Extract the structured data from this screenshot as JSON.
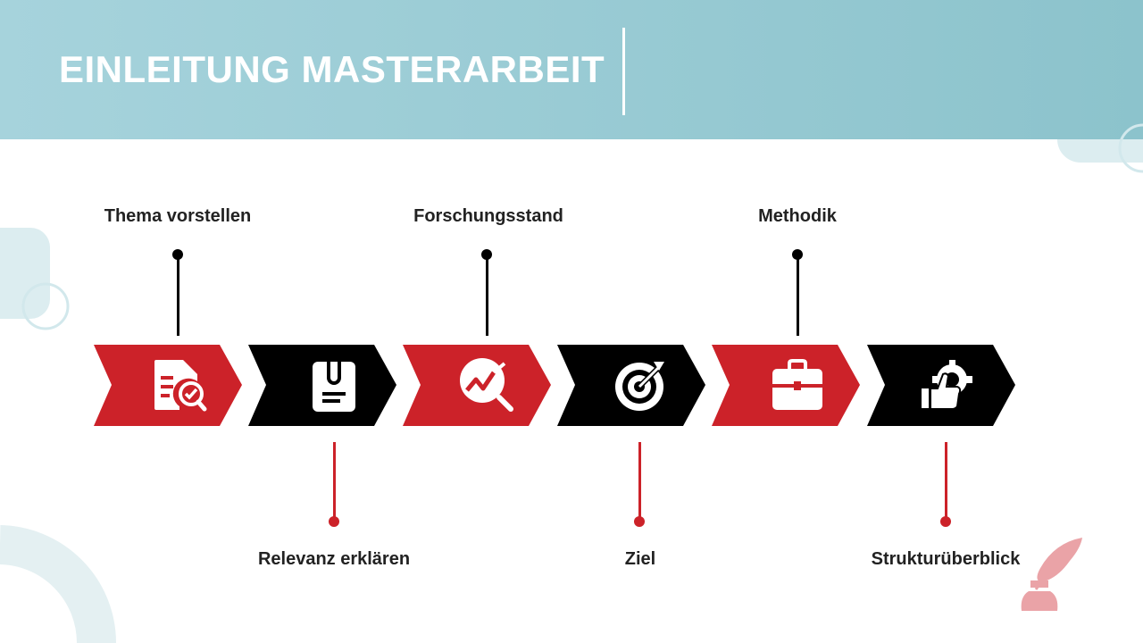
{
  "header": {
    "title": "EINLEITUNG MASTERARBEIT"
  },
  "colors": {
    "red": "#cc2229",
    "black": "#000000",
    "teal": "#97c9d1",
    "feather": "#eaa3a7"
  },
  "steps": [
    {
      "label": "Thema vorstellen",
      "position": "top",
      "color": "red",
      "icon": "document-check-icon"
    },
    {
      "label": "Relevanz erklären",
      "position": "bottom",
      "color": "black",
      "icon": "clipboard-icon"
    },
    {
      "label": "Forschungsstand",
      "position": "top",
      "color": "red",
      "icon": "chart-search-icon"
    },
    {
      "label": "Ziel",
      "position": "bottom",
      "color": "black",
      "icon": "target-icon"
    },
    {
      "label": "Methodik",
      "position": "top",
      "color": "red",
      "icon": "briefcase-icon"
    },
    {
      "label": "Strukturüberblick",
      "position": "bottom",
      "color": "black",
      "icon": "thumbs-up-gear-icon"
    }
  ]
}
